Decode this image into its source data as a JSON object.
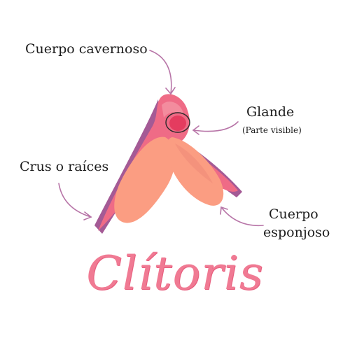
{
  "colors": {
    "body": "#ef6b86",
    "body_highlight": "#f59aa8",
    "crus_edge": "#a45a95",
    "bulb": "#fb9d82",
    "bulb_shade": "#f08a78",
    "glans": "#e43c5f",
    "arrow": "#b774a7",
    "title": "#f07a93"
  },
  "labels": {
    "cuerpo_cavernoso": "Cuerpo cavernoso",
    "glande": "Glande",
    "glande_note": "(Parte visible)",
    "crus": "Crus o raíces",
    "cuerpo_esponjoso_line1": "Cuerpo",
    "cuerpo_esponjoso_line2": "esponjoso"
  },
  "title": "Clítoris"
}
